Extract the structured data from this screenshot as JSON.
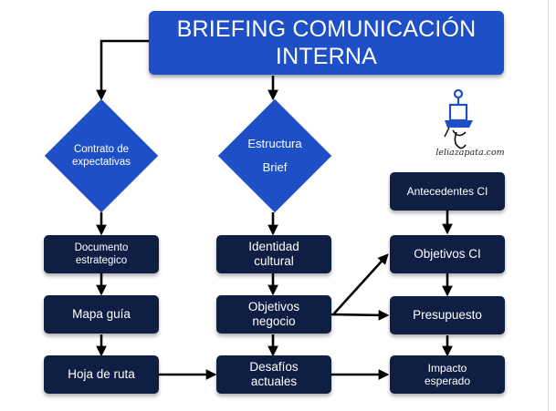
{
  "title": {
    "line1": "BRIEFING COMUNICACIÓN",
    "line2": "INTERNA"
  },
  "diamonds": {
    "contrato": {
      "line1": "Contrato de",
      "line2": "expectativas"
    },
    "estructura": {
      "line1": "Estructura",
      "line2": "Brief"
    }
  },
  "nodes": {
    "documento": {
      "line1": "Documento",
      "line2": "estrategico"
    },
    "mapa": {
      "line1": "Mapa guía"
    },
    "hoja": {
      "line1": "Hoja de ruta"
    },
    "identidad": {
      "line1": "Identidad",
      "line2": "cultural"
    },
    "objetivos_negocio": {
      "line1": "Objetivos",
      "line2": "negocio"
    },
    "desafios": {
      "line1": "Desafíos",
      "line2": "actuales"
    },
    "antecedentes": {
      "line1": "Antecedentes CI"
    },
    "objetivos_ci": {
      "line1": "Objetivos CI"
    },
    "presupuesto": {
      "line1": "Presupuesto"
    },
    "impacto": {
      "line1": "Impacto",
      "line2": "esperado"
    }
  },
  "logo": {
    "text": "leliazapata.com"
  },
  "colors": {
    "title_blue": "#1f4fc6",
    "node_navy": "#0f1f44",
    "arrow": "#000000"
  }
}
